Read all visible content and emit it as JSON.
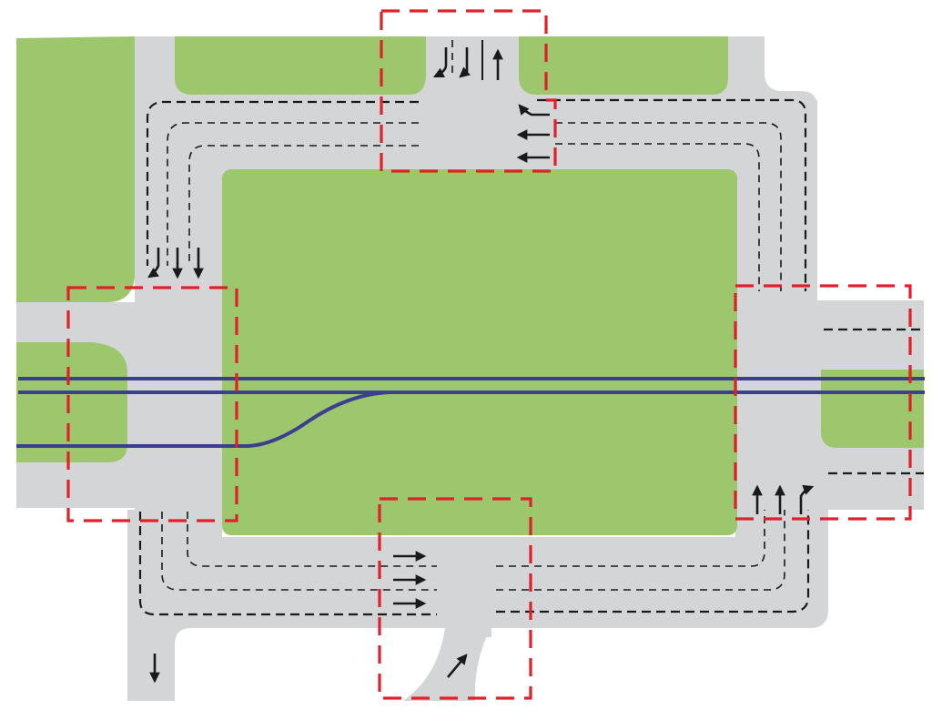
{
  "colors": {
    "background": "#ffffff",
    "road": "#d4d5d7",
    "grass": "#9dc76c",
    "zone_outline": "#e0202a",
    "lane_marking": "#1a1a1a",
    "tram_line": "#3b3f8f",
    "arrow": "#1a1a1a"
  },
  "diagram": {
    "kind": "traffic-intersection-layout",
    "junction_zones": [
      "north-entry",
      "west-junction",
      "east-junction",
      "south-entry"
    ],
    "lane_arrow_groups": [
      {
        "location": "north-entry-south-lanes",
        "directions": [
          "left-turn",
          "down",
          "down"
        ]
      },
      {
        "location": "north-entry-north-lane",
        "directions": [
          "up"
        ]
      },
      {
        "location": "north-circulation",
        "directions": [
          "left-turn",
          "left",
          "left"
        ]
      },
      {
        "location": "west-circulation",
        "directions": [
          "left-turn",
          "down",
          "down"
        ]
      },
      {
        "location": "east-circulation",
        "directions": [
          "up",
          "up",
          "right-turn"
        ]
      },
      {
        "location": "south-circulation",
        "directions": [
          "right",
          "right",
          "right"
        ]
      },
      {
        "location": "south-entry",
        "directions": [
          "up-right"
        ]
      },
      {
        "location": "southwest-exit",
        "directions": [
          "down"
        ]
      }
    ],
    "tram_tracks": [
      "main-line-upper",
      "main-line-lower",
      "branch-line"
    ]
  }
}
